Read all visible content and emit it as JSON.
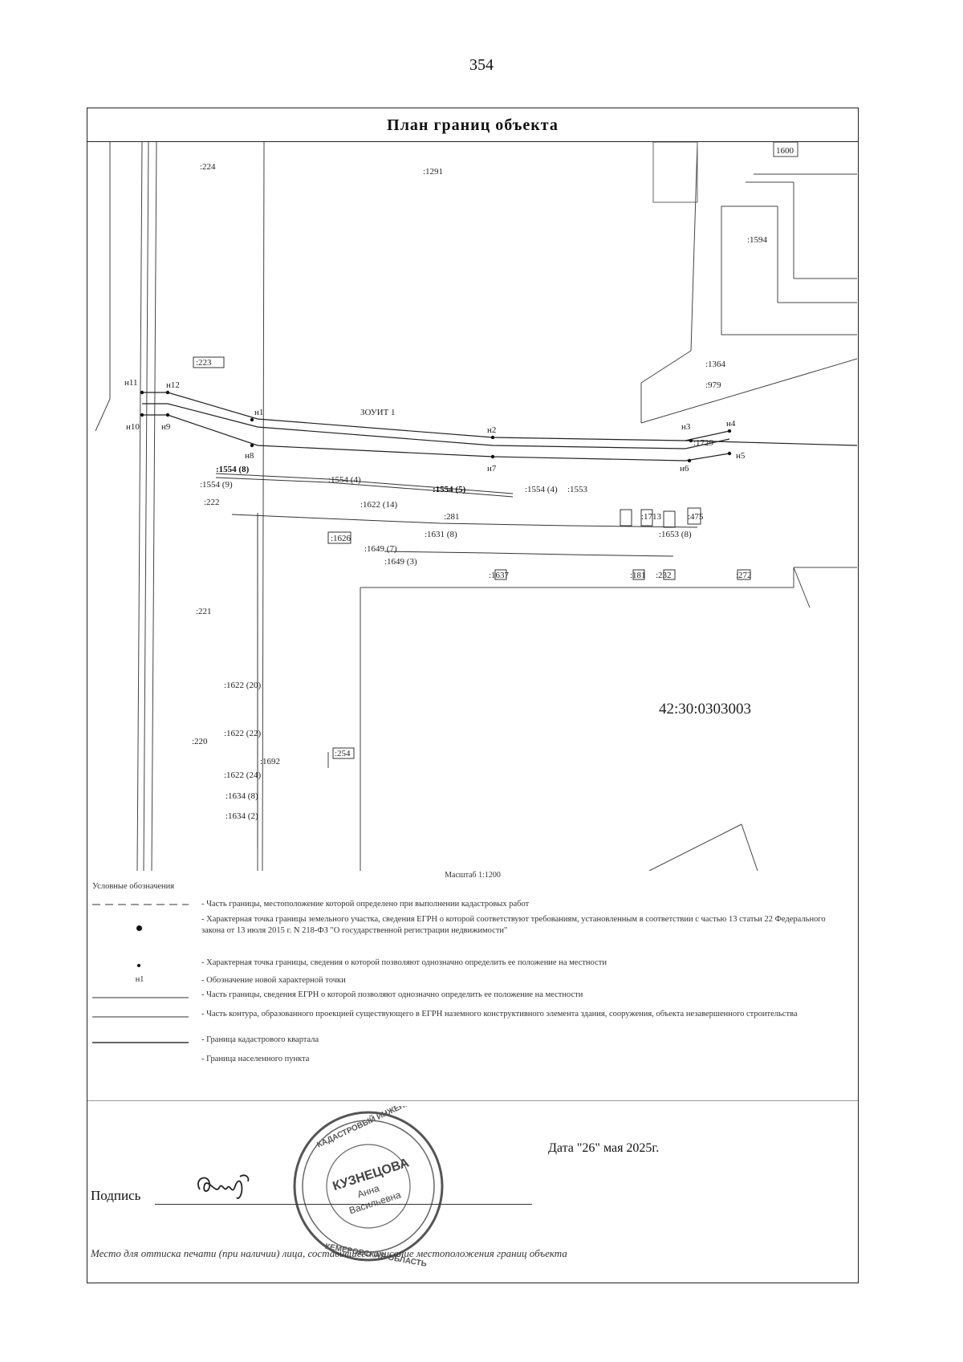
{
  "page_number": "354",
  "title": "План границ объекта",
  "map": {
    "parcel_labels": [
      ":224",
      ":1291",
      ":223",
      ":1364",
      ":979",
      ":1594",
      ":222",
      ":221",
      ":220",
      ":254",
      "1600",
      ":1729"
    ],
    "zone_label": "ЗОУИТ 1",
    "quarter_number": "42:30:0303003",
    "points": [
      "н1",
      "н2",
      "н3",
      "н4",
      "н5",
      "н6",
      "н7",
      "н8",
      "н9",
      "н10",
      "н11",
      "н12"
    ],
    "structure_labels": [
      ":1554 (8)",
      ":1554 (9)",
      ":1554 (4)",
      ":1554 (5)",
      ":1554 (4)",
      ":1553",
      ":1622 (14)",
      ":1622 (20)",
      ":1622 (22)",
      ":1622 (24)",
      ":1634 (8)",
      ":1634 (2)",
      ":1626",
      ":1631 (8)",
      ":1649 (7)",
      ":1649 (3)",
      ":1653 (8)",
      ":1637",
      ":181",
      ":232",
      ":272",
      ":475",
      ":1713",
      ":1692",
      ":281"
    ]
  },
  "scale": "Масштаб 1:1200",
  "legend": {
    "title": "Условные обозначения",
    "items": [
      "- Часть границы, местоположение которой определено при выполнении кадастровых работ",
      "- Характерная точка границы земельного участка, сведения ЕГРН о которой соответствуют требованиям, установленным в соответствии с частью 13 статьи 22 Федерального закона от 13 июля 2015 г. N 218-ФЗ \"О государственной регистрации недвижимости\"",
      "- Характерная точка границы, сведения о которой позволяют однозначно определить ее положение на местности",
      "- Обозначение новой характерной точки",
      "- Часть границы, сведения ЕГРН о которой позволяют однозначно определить ее положение на местности",
      "- Часть контура, образованного проекцией существующего в ЕГРН наземного конструктивного элемента здания, сооружения, объекта незавершенного строительства",
      "- Граница кадастрового квартала",
      "- Граница населенного пункта"
    ],
    "point_symbol": "н1"
  },
  "signature_block": {
    "label": "Подпись",
    "date": "Дата \"26\"  мая   2025г.",
    "stamp_name": "КУЗНЕЦОВА",
    "stamp_first": "Анна",
    "stamp_patronymic": "Васильевна",
    "stamp_note": "Место для оттиска печати (при наличии) лица, составившего описание местоположения границ объекта"
  }
}
